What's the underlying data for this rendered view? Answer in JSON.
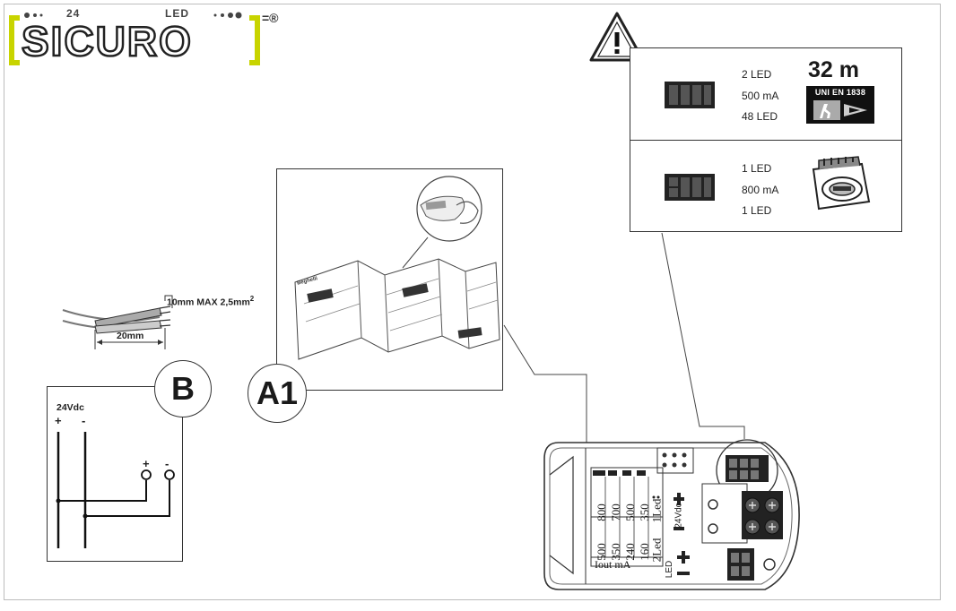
{
  "logo": {
    "brand": "SICURO",
    "top_left": "24",
    "top_right": "LED",
    "mark": "=®",
    "accent_color": "#c8d400"
  },
  "warning_panel": {
    "row1": {
      "lines": [
        "2 LED",
        "500 mA",
        "48 LED"
      ],
      "distance": "32 m",
      "norm": "UNI EN 1838"
    },
    "row2": {
      "lines": [
        "1 LED",
        "800 mA",
        "1 LED"
      ]
    }
  },
  "wire": {
    "strip_label": "10mm MAX 2,5mm",
    "strip_sup": "2",
    "length_label": "20mm"
  },
  "panel_b": {
    "label": "B",
    "supply": "24Vdc",
    "plus": "+",
    "minus": "-",
    "plus2": "+",
    "minus2": "-"
  },
  "panel_a1": {
    "label": "A1",
    "brand_on_sheet": "Beghelli"
  },
  "module": {
    "col1": [
      "800",
      "700",
      "500",
      "350",
      "1Led"
    ],
    "col2": [
      "500",
      "350",
      "240",
      "160",
      "2Led"
    ],
    "iout": "Iout mA",
    "supply": "24Vdc",
    "led": "LED",
    "plus": "+",
    "minus": "−"
  },
  "icons": [
    "warning-icon",
    "emergency-exit-sign-icon",
    "led-connector-icon"
  ]
}
